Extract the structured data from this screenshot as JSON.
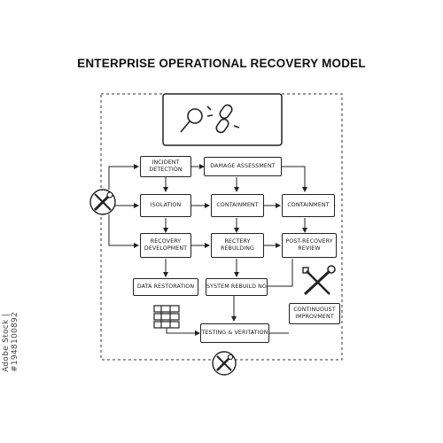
{
  "title": "ENTERPRISE OPERATIONAL RECOVERY MODEL",
  "nodes": {
    "incident_detection": "INCIDENT\nDETECTION",
    "damage_assessment": "DAMAGE ASSESSMENT",
    "isolation": "ISOLATION",
    "containment_1": "CONTAINMENT",
    "containment_2": "CONTAINMENT",
    "recovery_development": "RECOVERY\nDEVELOPMENT",
    "rectery_rebuilding": "RECTERY\nREBULDING",
    "post_recovery_review": "POST-RECOVERY\nREVIEW",
    "data_restoration": "DATA RESTORATION",
    "system_rebuilding": "SYSTEM REBUILD NG",
    "continuous_improvement": "CONTINUOUST\nIMPROVMENT",
    "testing_verification": "TESTING & VERITATION"
  },
  "icons": {
    "top_panel": [
      "magnifier-icon",
      "broken-chain-icon"
    ],
    "left": "crossed-tools-icon",
    "right": "wrench-screwdriver-icon",
    "bottom": "crossed-tools-icon",
    "stack": "server-stack-icon"
  },
  "watermark": "Adobe Stock | #1948100892"
}
